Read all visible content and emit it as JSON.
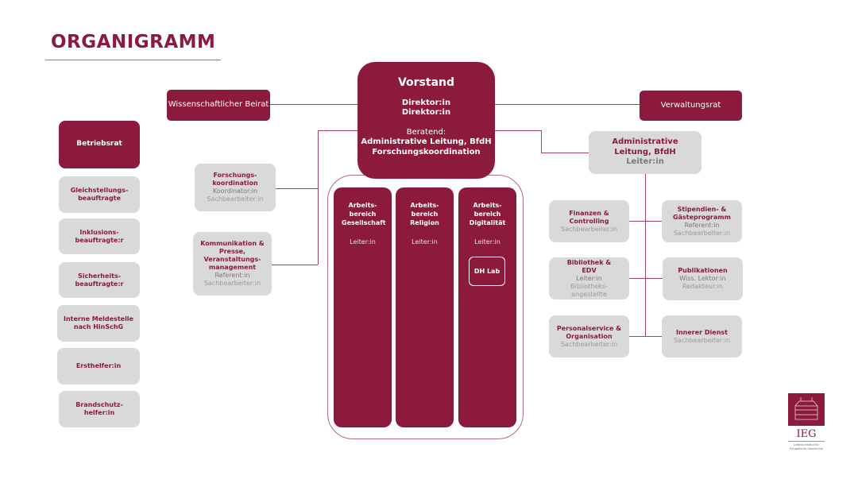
{
  "title": "ORGANIGRAMM",
  "beirat": "Wissenschaftlicher Beirat",
  "verwaltungsrat": "Verwaltungsrat",
  "vorstand": {
    "title": "Vorstand",
    "roles": [
      "Direktor:in",
      "Direktor:in"
    ],
    "advisory_label": "Beratend:",
    "advisory": [
      "Administrative Leitung, BfdH",
      "Forschungskoordination"
    ]
  },
  "left_column": {
    "betriebsrat": "Betriebsrat",
    "items": [
      "Gleichstellungs-beauftragte",
      "Inklusions-beauftragte:r",
      "Sicherheits-beauftragte:r",
      "Interne Meldestelle nach HinSchG",
      "Ersthelfer:in",
      "Brandschutz-helfer:in"
    ]
  },
  "staff": [
    {
      "title": "Forschungs-koordination",
      "lead": "Koordinator:in",
      "staff": "Sachbearbeiter:in"
    },
    {
      "title": "Kommunikation & Presse, Veranstaltungs-management",
      "lead": "Referent:in",
      "staff": "Sachbearbeiter:in"
    }
  ],
  "departments": [
    {
      "title": "Arbeits-bereich Gesellschaft",
      "lead": "Leiter:in"
    },
    {
      "title": "Arbeits-bereich Religion",
      "lead": "Leiter:in"
    },
    {
      "title": "Arbeits-bereich Digitalität",
      "lead": "Leiter:in",
      "sub": "DH Lab"
    }
  ],
  "admin": {
    "title": "Administrative Leitung, BfdH",
    "lead": "Leiter:in",
    "units": [
      {
        "title": "Finanzen & Controlling",
        "staff": "Sachbearbeiter:in"
      },
      {
        "title": "Stipendien- & Gästeprogramm",
        "lead": "Referent:in",
        "staff": "Sachbearbeiter:in"
      },
      {
        "title": "Bibliothek & EDV",
        "lead": "Leiter:in",
        "staff": "Bibliotheks-angestellte"
      },
      {
        "title": "Publikationen",
        "lead": "Wiss. Lektor:in",
        "staff": "Redakteur:in"
      },
      {
        "title": "Personalservice & Organisation",
        "staff": "Sachbearbeiter:in"
      },
      {
        "title": "Innerer Dienst",
        "staff": "Sachbearbeiter:in"
      }
    ]
  },
  "logo": {
    "text": "IEG",
    "subtitle": "Leibniz-Institut für Europäische Geschichte"
  },
  "colors": {
    "brand": "#8b1a3d",
    "gray": "#d9d9d9"
  }
}
